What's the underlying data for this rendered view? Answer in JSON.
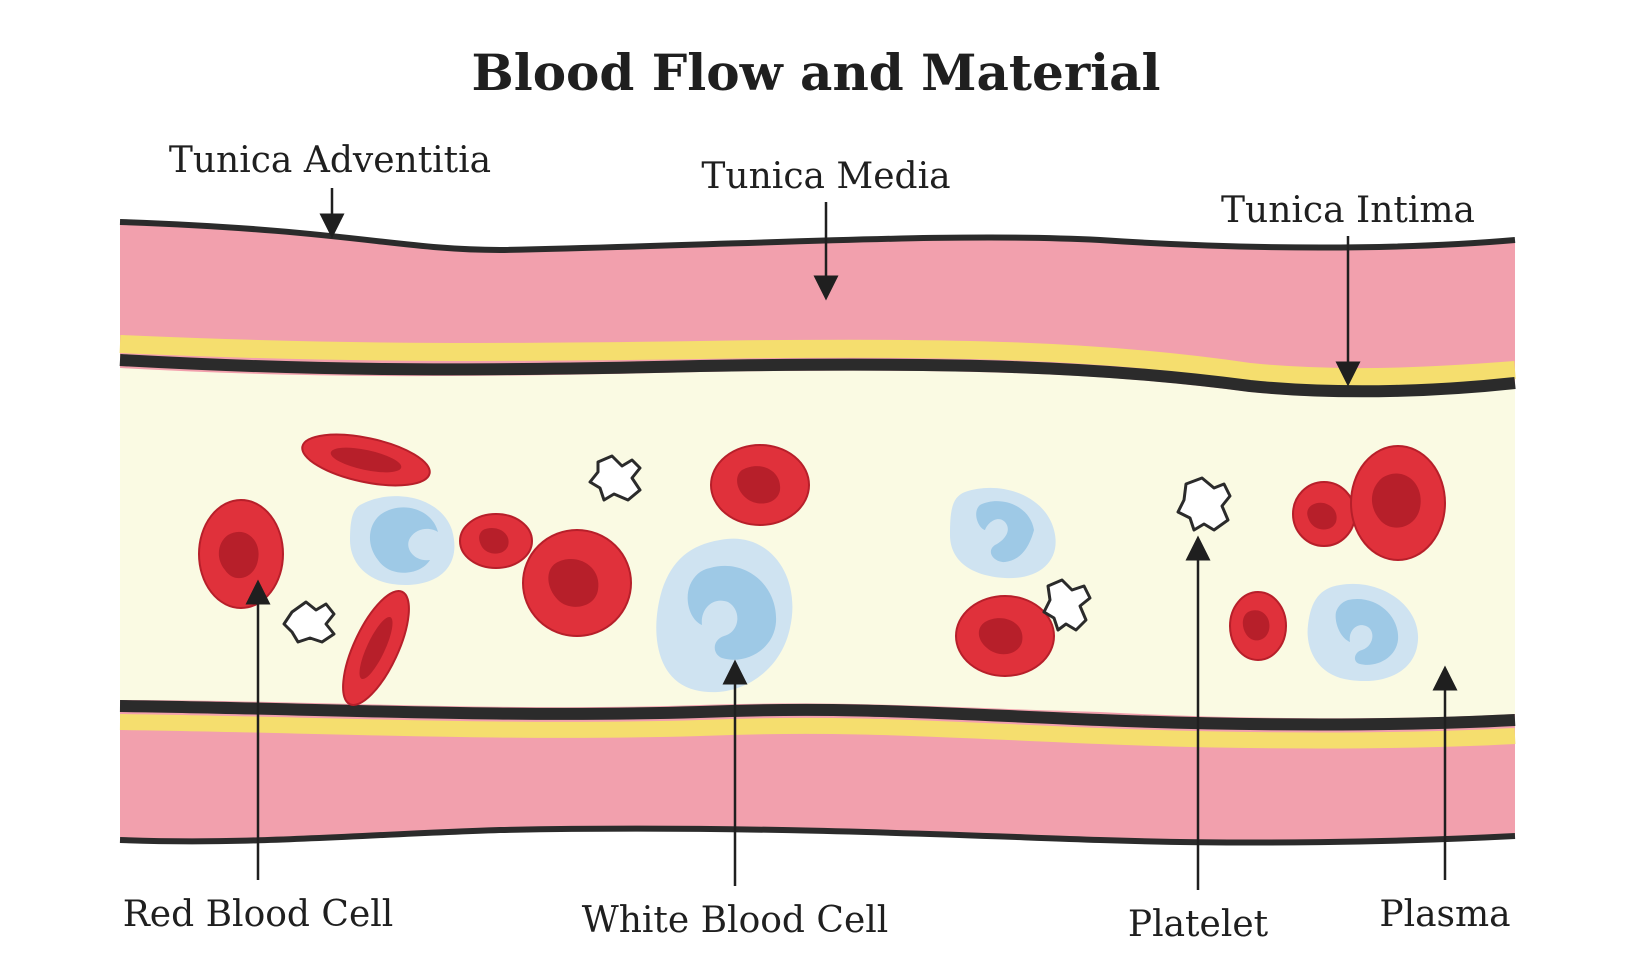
{
  "title": "Blood Flow and Material",
  "labels": {
    "tunica_adventitia": "Tunica Adventitia",
    "tunica_media": "Tunica Media",
    "tunica_intima": "Tunica Intima",
    "red_blood_cell": "Red Blood Cell",
    "white_blood_cell": "White Blood Cell",
    "platelet": "Platelet",
    "plasma": "Plasma"
  },
  "colors": {
    "media": "#f2a0ad",
    "intima": "#f5de6e",
    "outline": "#2b2b2b",
    "plasma": "#fafae3",
    "rbc": "#e0313b",
    "rbc_center": "#b71f2a",
    "wbc_outer": "#cfe3f1",
    "wbc_nucleus": "#9ec9e6",
    "platelet": "#ffffff",
    "text": "#1f1f1f"
  }
}
